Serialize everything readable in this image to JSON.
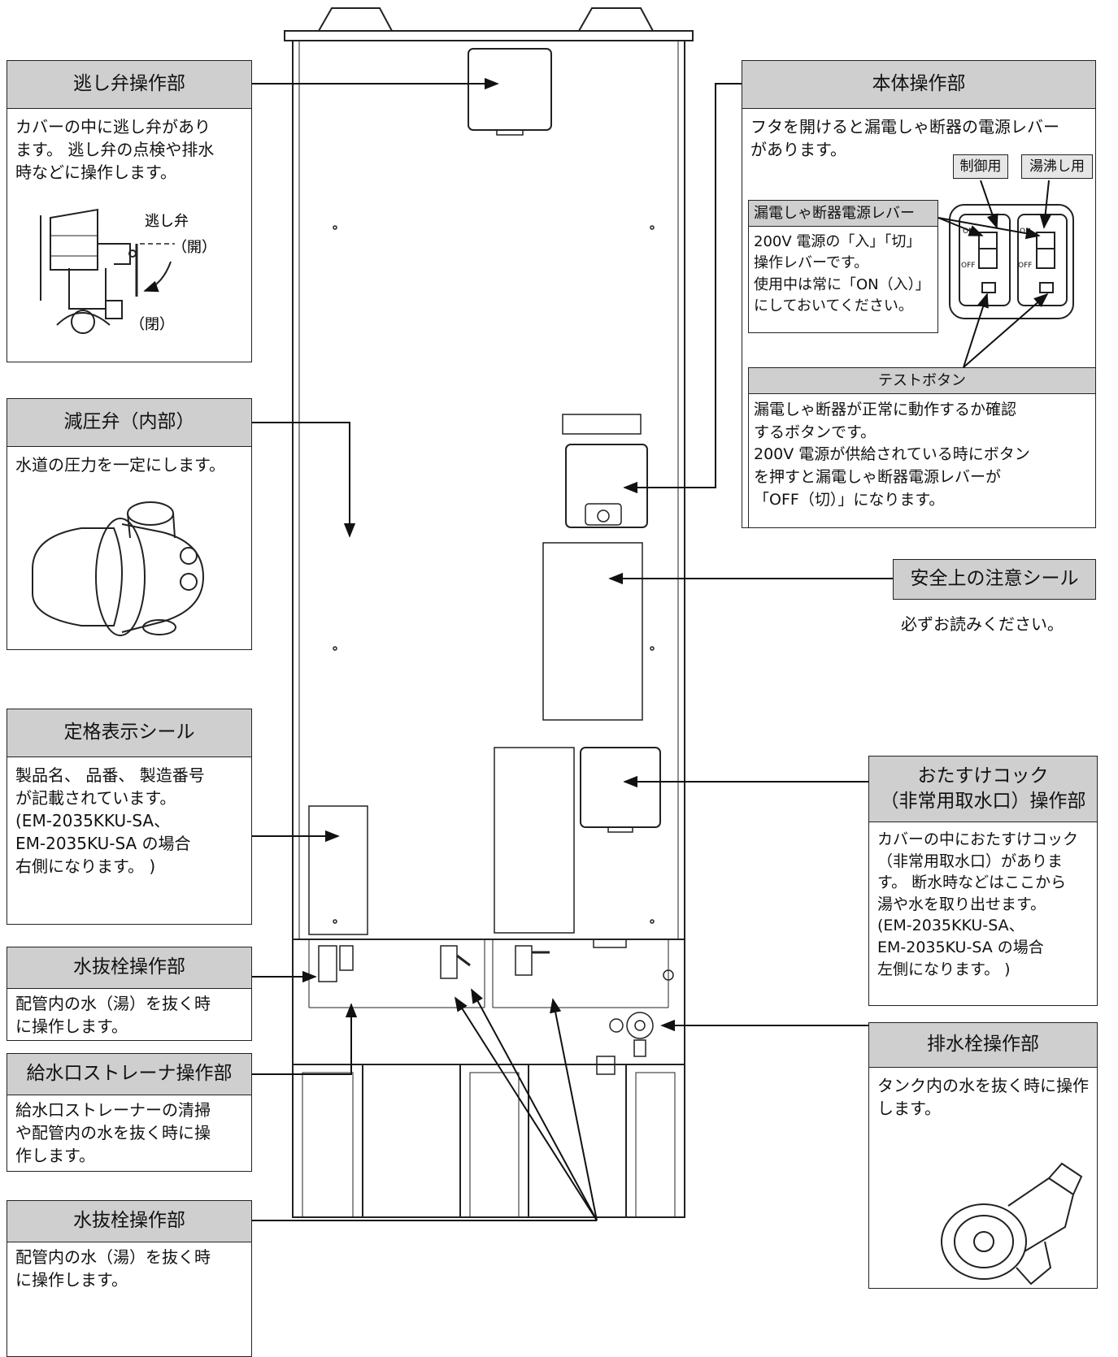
{
  "callouts": {
    "relief_valve": {
      "title": "逃し弁操作部",
      "body": "カバーの中に逃し弁があり\nます。 逃し弁の点検や排水\n時などに操作します。",
      "inset_label": "逃し弁",
      "open_label": "（開）",
      "closed_label": "（閉）"
    },
    "pressure_reducing_valve": {
      "title": "減圧弁（内部）",
      "body": "水道の圧力を一定にします。"
    },
    "rating_label": {
      "title": "定格表示シール",
      "body": "製品名、 品番、 製造番号\nが記載されています。\n(EM-2035KKU-SA、\n EM-2035KU-SA の場合\n 右側になります。 )"
    },
    "drain_plug_upper": {
      "title": "水抜栓操作部",
      "body": "配管内の水（湯）を抜く時\nに操作します。"
    },
    "inlet_strainer": {
      "title": "給水口ストレーナ操作部",
      "body": "給水口ストレーナーの清掃\nや配管内の水を抜く時に操\n作します。"
    },
    "drain_plug_lower": {
      "title": "水抜栓操作部",
      "body": "配管内の水（湯）を抜く時\nに操作します。"
    },
    "main_controls": {
      "title": "本体操作部",
      "body": "フタを開けると漏電しゃ断器の電源レバー\nがあります。",
      "tag_control": "制御用",
      "tag_boil": "湯沸し用",
      "on_label": "ON",
      "off_label": "OFF"
    },
    "breaker_lever": {
      "title": "漏電しゃ断器電源レバー",
      "body": "200V 電源の「入」「切」\n操作レバーです。\n使用中は常に「ON（入）」\nにしておいてください。"
    },
    "test_button": {
      "title": "テストボタン",
      "body": "漏電しゃ断器が正常に動作するか確認\nするボタンです。\n200V 電源が供給されている時にボタン\nを押すと漏電しゃ断器電源レバーが\n「OFF（切）」になります。"
    },
    "safety_seal": {
      "title": "安全上の注意シール",
      "note": "必ずお読みください。"
    },
    "emergency_cock": {
      "title": "おたすけコック\n（非常用取水口）操作部",
      "body": "カバーの中におたすけコック\n（非常用取水口）がありま\nす。 断水時などはここから\n湯や水を取り出せます。\n(EM-2035KKU-SA、\n EM-2035KU-SA の場合\n 左側になります。 )"
    },
    "tank_drain": {
      "title": "排水栓操作部",
      "body": "タンク内の水を抜く時に操作\nします。"
    }
  },
  "colors": {
    "header_fill": "#cfcfcf",
    "line": "#222222"
  }
}
